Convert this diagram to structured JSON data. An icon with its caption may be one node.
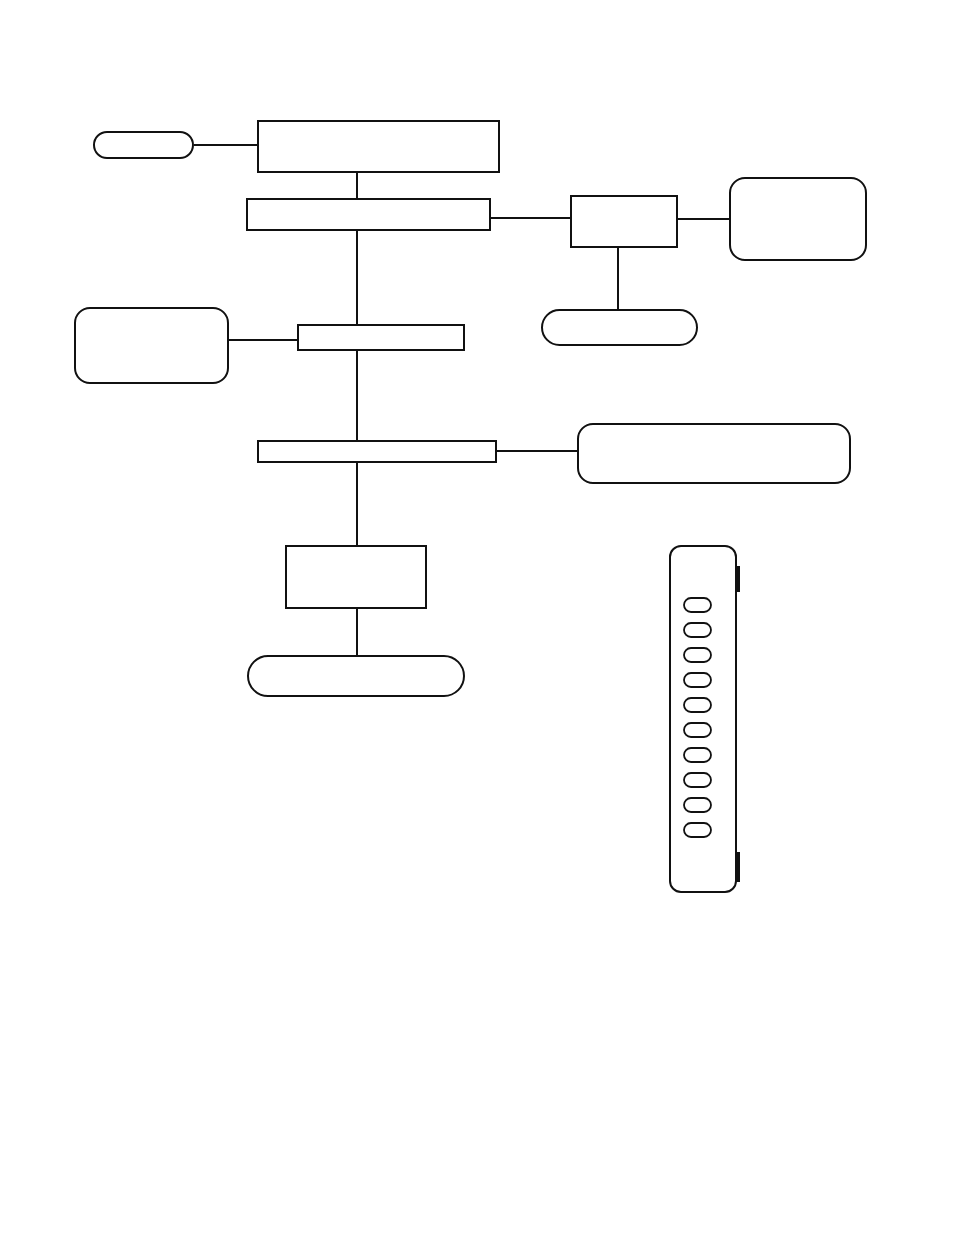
{
  "diagram": {
    "nodes": [
      {
        "text": [],
        "shape": "pill"
      },
      {
        "text": [],
        "shape": "box"
      },
      {
        "text": [],
        "shape": "box"
      },
      {
        "text": [],
        "shape": "box"
      },
      {
        "text": [],
        "shape": "roundbox"
      },
      {
        "text": [],
        "shape": "pill"
      },
      {
        "text": [],
        "shape": "roundbox"
      },
      {
        "text": [],
        "shape": "box"
      },
      {
        "text": [],
        "shape": "box"
      },
      {
        "text": [],
        "shape": "roundbox"
      },
      {
        "text": [],
        "shape": "box"
      },
      {
        "text": [],
        "shape": "pill"
      }
    ],
    "edges": [
      {
        "from": 0,
        "to": 1,
        "arrow": "none"
      },
      {
        "from": 1,
        "to": 2,
        "arrow": "none"
      },
      {
        "from": 2,
        "to": 3,
        "arrow": "none"
      },
      {
        "from": 3,
        "to": 4,
        "arrow": "none"
      },
      {
        "from": 3,
        "to": 5,
        "arrow": "none"
      },
      {
        "from": 2,
        "to": 7,
        "arrow": "none"
      },
      {
        "from": 6,
        "to": 7,
        "arrow": "none"
      },
      {
        "from": 7,
        "to": 8,
        "arrow": "none"
      },
      {
        "from": 8,
        "to": 9,
        "arrow": "none"
      },
      {
        "from": 8,
        "to": 10,
        "arrow": "none"
      },
      {
        "from": 10,
        "to": 11,
        "arrow": "none"
      }
    ]
  }
}
